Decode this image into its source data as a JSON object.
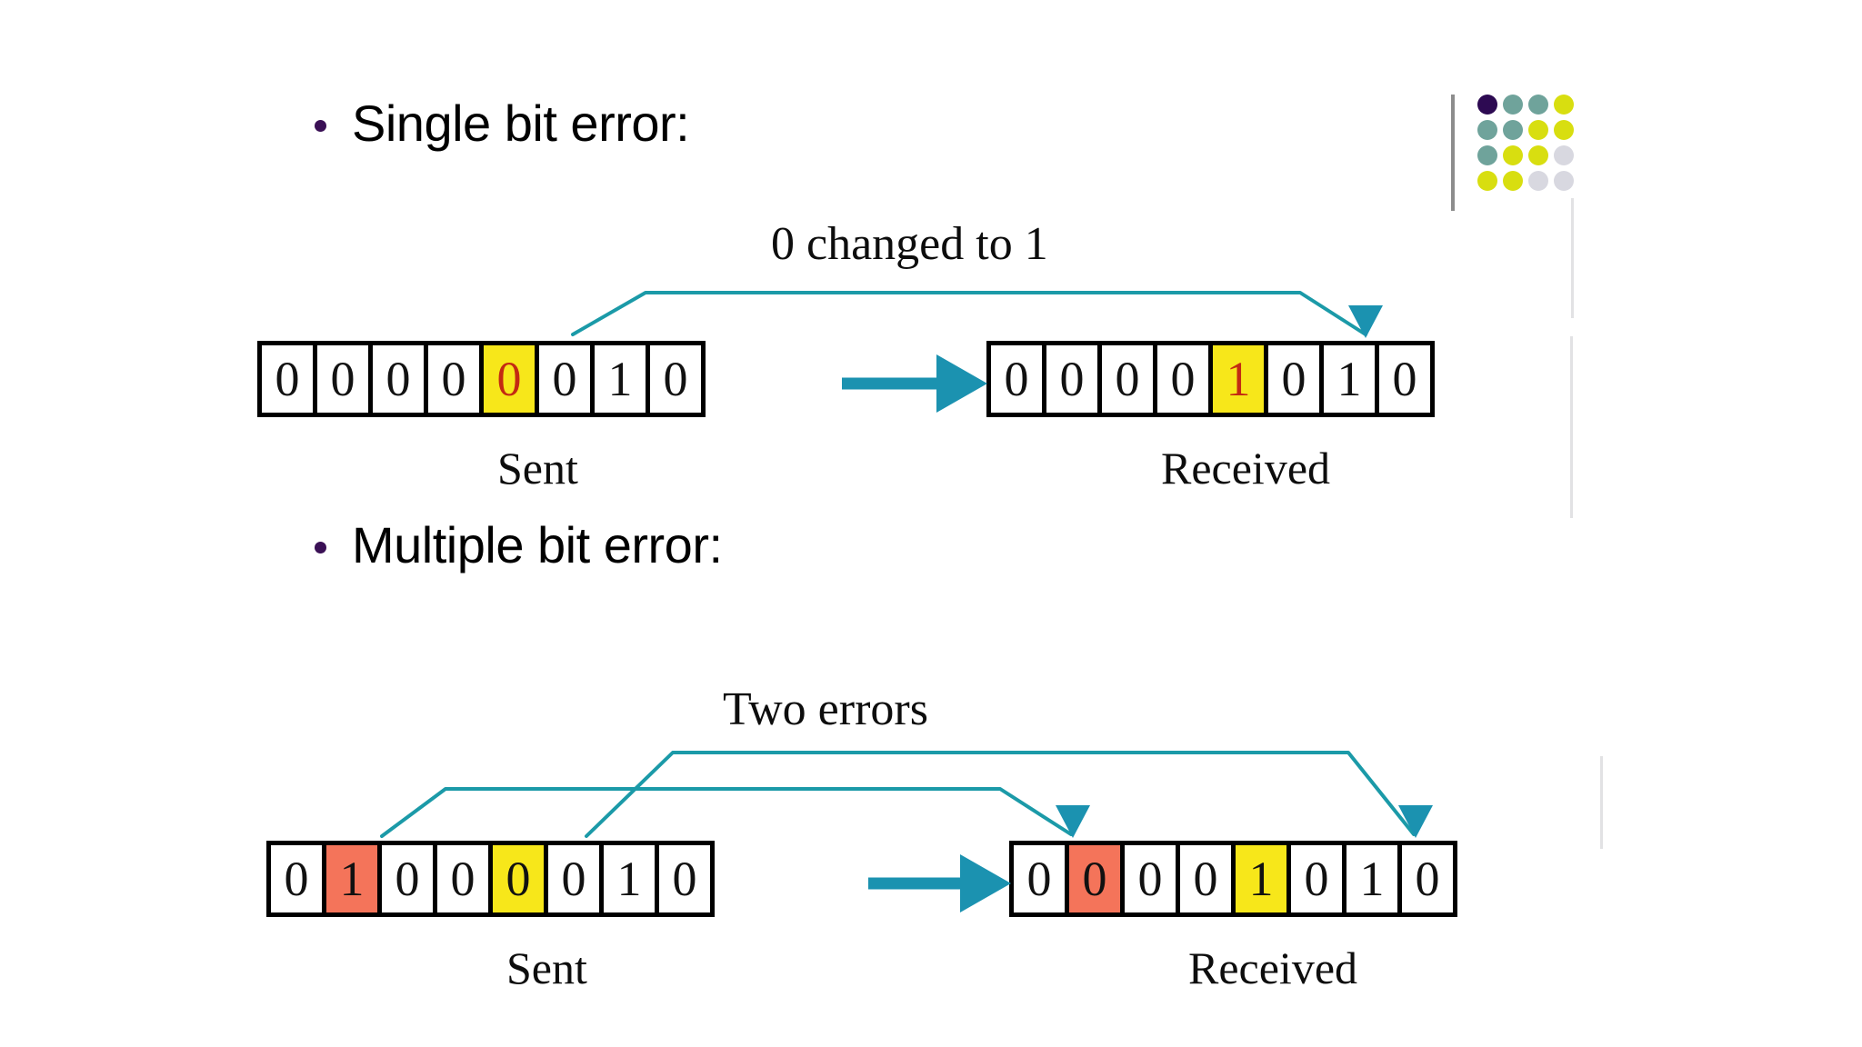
{
  "slide": {
    "background_color": "#ffffff",
    "bullets": [
      {
        "id": "single",
        "text": "Single bit error:",
        "bullet_color": "#3a1055"
      },
      {
        "id": "multiple",
        "text": "Multiple bit error:",
        "bullet_color": "#3a1055"
      }
    ]
  },
  "decoration": {
    "rule_color": "#8d8d8d",
    "dot_grid": {
      "rows": 4,
      "cols": 4,
      "colors": [
        [
          "#2d0a52",
          "#6fa39b",
          "#6fa39b",
          "#d8de10"
        ],
        [
          "#6fa39b",
          "#6fa39b",
          "#d8de10",
          "#d8de10"
        ],
        [
          "#6fa39b",
          "#d8de10",
          "#d8de10",
          "#d8d8e0"
        ],
        [
          "#d8de10",
          "#d8de10",
          "#d8d8e0",
          "#d8d8e0"
        ]
      ]
    }
  },
  "diagram_single": {
    "annotation": "0 changed to 1",
    "sent": {
      "label": "Sent",
      "bits": [
        {
          "value": "0",
          "highlight": "none"
        },
        {
          "value": "0",
          "highlight": "none"
        },
        {
          "value": "0",
          "highlight": "none"
        },
        {
          "value": "0",
          "highlight": "none"
        },
        {
          "value": "0",
          "highlight": "yellow",
          "text_color": "red"
        },
        {
          "value": "0",
          "highlight": "none"
        },
        {
          "value": "1",
          "highlight": "none"
        },
        {
          "value": "0",
          "highlight": "none"
        }
      ]
    },
    "received": {
      "label": "Received",
      "bits": [
        {
          "value": "0",
          "highlight": "none"
        },
        {
          "value": "0",
          "highlight": "none"
        },
        {
          "value": "0",
          "highlight": "none"
        },
        {
          "value": "0",
          "highlight": "none"
        },
        {
          "value": "1",
          "highlight": "yellow",
          "text_color": "red"
        },
        {
          "value": "0",
          "highlight": "none"
        },
        {
          "value": "1",
          "highlight": "none"
        },
        {
          "value": "0",
          "highlight": "none"
        }
      ]
    },
    "error_count": 1,
    "flipped_index": 4
  },
  "diagram_multiple": {
    "annotation": "Two errors",
    "sent": {
      "label": "Sent",
      "bits": [
        {
          "value": "0",
          "highlight": "none"
        },
        {
          "value": "1",
          "highlight": "salmon"
        },
        {
          "value": "0",
          "highlight": "none"
        },
        {
          "value": "0",
          "highlight": "none"
        },
        {
          "value": "0",
          "highlight": "yellow"
        },
        {
          "value": "0",
          "highlight": "none"
        },
        {
          "value": "1",
          "highlight": "none"
        },
        {
          "value": "0",
          "highlight": "none"
        }
      ]
    },
    "received": {
      "label": "Received",
      "bits": [
        {
          "value": "0",
          "highlight": "none"
        },
        {
          "value": "0",
          "highlight": "salmon"
        },
        {
          "value": "0",
          "highlight": "none"
        },
        {
          "value": "0",
          "highlight": "none"
        },
        {
          "value": "1",
          "highlight": "yellow"
        },
        {
          "value": "0",
          "highlight": "none"
        },
        {
          "value": "1",
          "highlight": "none"
        },
        {
          "value": "0",
          "highlight": "none"
        }
      ]
    },
    "error_count": 2,
    "flipped_indices": [
      1,
      4
    ]
  },
  "colors": {
    "arrow_teal": "#1b92b0",
    "connector_teal": "#1b9aa8",
    "highlight_yellow": "#f7e71a",
    "highlight_salmon": "#f4745a",
    "error_digit_red": "#c32a12",
    "cell_border": "#000000",
    "bullet_purple": "#3a1055"
  }
}
